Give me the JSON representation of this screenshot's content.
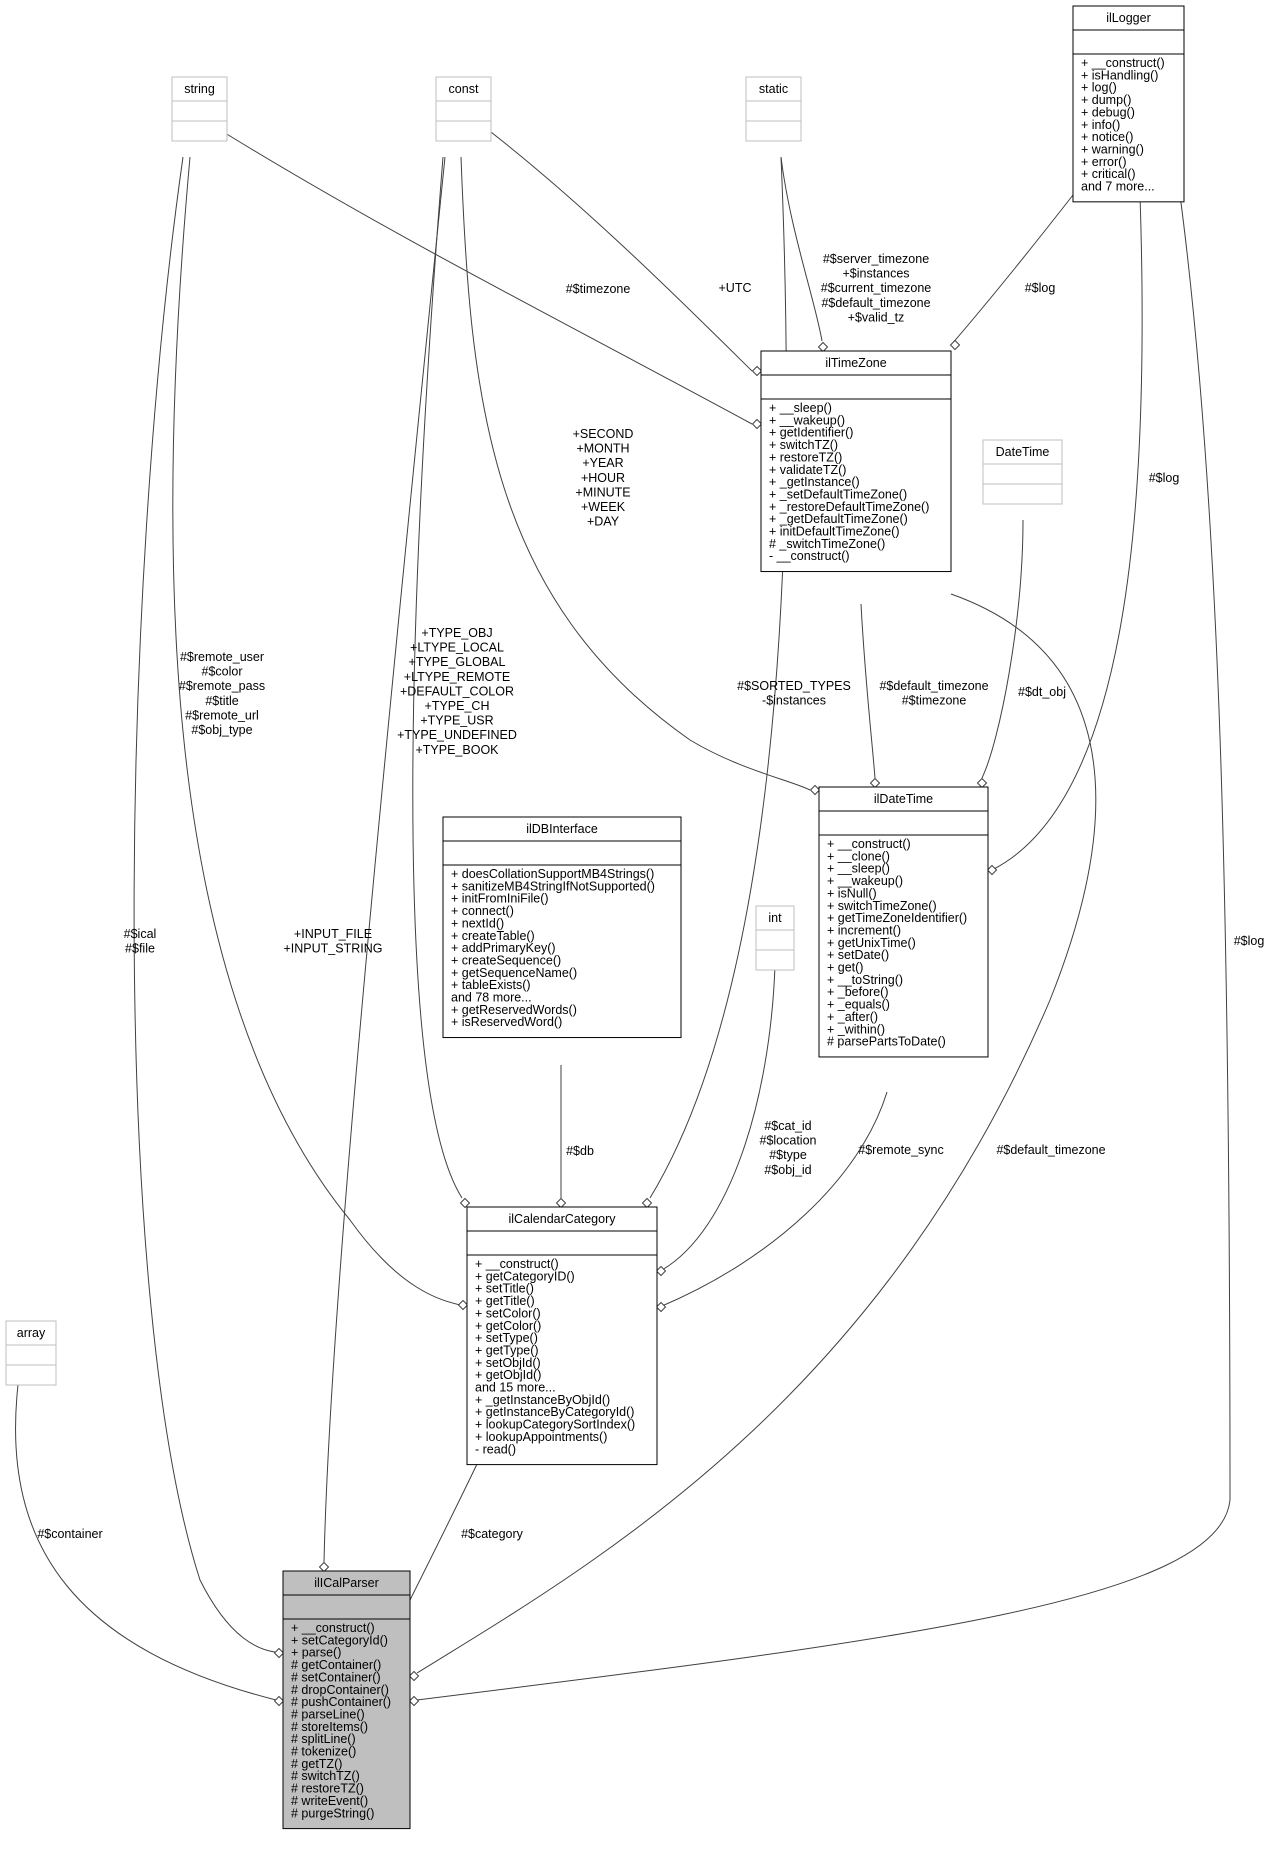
{
  "diagram": {
    "classes": [
      {
        "id": "ilLogger",
        "title": "ilLogger",
        "members": [
          "+ __construct()",
          "+ isHandling()",
          "+ log()",
          "+ dump()",
          "+ debug()",
          "+ info()",
          "+ notice()",
          "+ warning()",
          "+ error()",
          "+ critical()",
          "and 7 more..."
        ]
      },
      {
        "id": "string",
        "title": "string",
        "members": []
      },
      {
        "id": "const",
        "title": "const",
        "members": []
      },
      {
        "id": "static",
        "title": "static",
        "members": []
      },
      {
        "id": "ilTimeZone",
        "title": "ilTimeZone",
        "members": [
          "+ __sleep()",
          "+ __wakeup()",
          "+ getIdentifier()",
          "+ switchTZ()",
          "+ restoreTZ()",
          "+ validateTZ()",
          "+ _getInstance()",
          "+ _setDefaultTimeZone()",
          "+ _restoreDefaultTimeZone()",
          "+ _getDefaultTimeZone()",
          "+ initDefaultTimeZone()",
          "# _switchTimeZone()",
          "- __construct()"
        ]
      },
      {
        "id": "DateTime",
        "title": "DateTime",
        "members": []
      },
      {
        "id": "ilDateTime",
        "title": "ilDateTime",
        "members": [
          "+ __construct()",
          "+ __clone()",
          "+ __sleep()",
          "+ __wakeup()",
          "+ isNull()",
          "+ switchTimeZone()",
          "+ getTimeZoneIdentifier()",
          "+ increment()",
          "+ getUnixTime()",
          "+ setDate()",
          "+ get()",
          "+ __toString()",
          "+ _before()",
          "+ _equals()",
          "+ _after()",
          "+ _within()",
          "# parsePartsToDate()"
        ]
      },
      {
        "id": "ilDBInterface",
        "title": "ilDBInterface",
        "members": [
          "+ doesCollationSupportMB4Strings()",
          "+ sanitizeMB4StringIfNotSupported()",
          "+ initFromIniFile()",
          "+ connect()",
          "+ nextId()",
          "+ createTable()",
          "+ addPrimaryKey()",
          "+ createSequence()",
          "+ getSequenceName()",
          "+ tableExists()",
          "and 78 more...",
          "+ getReservedWords()",
          "+ isReservedWord()"
        ]
      },
      {
        "id": "int",
        "title": "int",
        "members": []
      },
      {
        "id": "array",
        "title": "array",
        "members": []
      },
      {
        "id": "ilCalendarCategory",
        "title": "ilCalendarCategory",
        "members": [
          "+ __construct()",
          "+ getCategoryID()",
          "+ setTitle()",
          "+ getTitle()",
          "+ setColor()",
          "+ getColor()",
          "+ setType()",
          "+ getType()",
          "+ setObjId()",
          "+ getObjId()",
          "and 15 more...",
          "+ _getInstanceByObjId()",
          "+ getInstanceByCategoryId()",
          "+ lookupCategorySortIndex()",
          "+ lookupAppointments()",
          "- read()"
        ]
      },
      {
        "id": "ilICalParser",
        "title": "ilICalParser",
        "members": [
          "+ __construct()",
          "+ setCategoryId()",
          "+ parse()",
          "# getContainer()",
          "# setContainer()",
          "# dropContainer()",
          "# pushContainer()",
          "# parseLine()",
          "# storeItems()",
          "# splitLine()",
          "# tokenize()",
          "# getTZ()",
          "# switchTZ()",
          "# restoreTZ()",
          "# writeEvent()",
          "# purgeString()"
        ]
      }
    ],
    "edge_labels": {
      "string_tz": [
        "#$timezone"
      ],
      "const_tz": [
        "+UTC"
      ],
      "static_tz": [
        "#$server_timezone",
        "+$instances",
        "#$current_timezone",
        "#$default_timezone",
        "+$valid_tz"
      ],
      "logger_tz": [
        "#$log"
      ],
      "const_dt": [
        "+SECOND",
        "+MONTH",
        "+YEAR",
        "+HOUR",
        "+MINUTE",
        "+WEEK",
        "+DAY"
      ],
      "logger_dt": [
        "#$log"
      ],
      "tz_dt": [
        "#$default_timezone",
        "#$timezone"
      ],
      "datetime_dt": [
        "#$dt_obj"
      ],
      "string_cat": [
        "#$remote_user",
        "#$color",
        "#$remote_pass",
        "#$title",
        "#$remote_url",
        "#$obj_type"
      ],
      "const_cat": [
        "+TYPE_OBJ",
        "+LTYPE_LOCAL",
        "+TYPE_GLOBAL",
        "+LTYPE_REMOTE",
        "+DEFAULT_COLOR",
        "+TYPE_CH",
        "+TYPE_USR",
        "+TYPE_UNDEFINED",
        "+TYPE_BOOK"
      ],
      "static_cat": [
        "#$SORTED_TYPES",
        "-$instances"
      ],
      "db_cat": [
        "#$db"
      ],
      "int_cat": [
        "#$cat_id",
        "#$location",
        "#$type",
        "#$obj_id"
      ],
      "dt_cat": [
        "#$remote_sync"
      ],
      "string_parser": [
        "#$ical",
        "#$file"
      ],
      "const_parser": [
        "+INPUT_FILE",
        "+INPUT_STRING"
      ],
      "tz_parser": [
        "#$default_timezone"
      ],
      "logger_parser": [
        "#$log"
      ],
      "array_parser": [
        "#$container"
      ],
      "cat_parser": [
        "#$category"
      ]
    }
  }
}
